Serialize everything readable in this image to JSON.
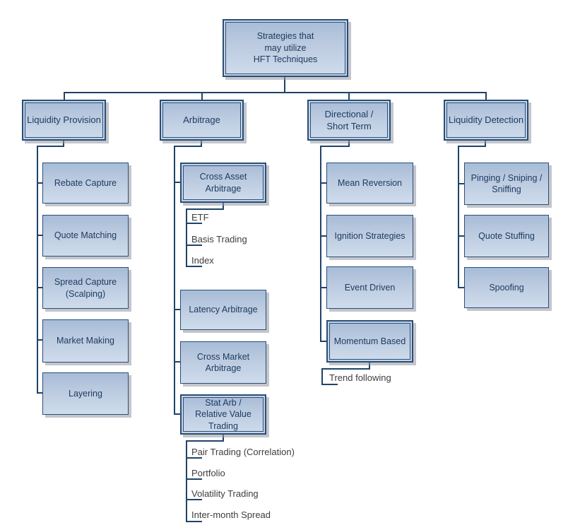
{
  "diagram": {
    "root": {
      "label": "Strategies that\nmay utilize\nHFT Techniques"
    },
    "branches": [
      {
        "label": "Liquidity Provision",
        "children": [
          {
            "label": "Rebate Capture"
          },
          {
            "label": "Quote Matching"
          },
          {
            "label": "Spread Capture\n(Scalping)"
          },
          {
            "label": "Market Making"
          },
          {
            "label": "Layering"
          }
        ]
      },
      {
        "label": "Arbitrage",
        "children": [
          {
            "label": "Cross Asset\nArbitrage",
            "leaves": [
              {
                "label": "ETF"
              },
              {
                "label": "Basis Trading"
              },
              {
                "label": "Index"
              }
            ]
          },
          {
            "label": "Latency Arbitrage"
          },
          {
            "label": "Cross Market\nArbitrage"
          },
          {
            "label": "Stat Arb /\nRelative Value\nTrading",
            "leaves": [
              {
                "label": "Pair Trading (Correlation)"
              },
              {
                "label": "Portfolio"
              },
              {
                "label": "Volatility Trading"
              },
              {
                "label": "Inter-month Spread"
              }
            ]
          }
        ]
      },
      {
        "label": "Directional /\nShort Term",
        "children": [
          {
            "label": "Mean Reversion"
          },
          {
            "label": "Ignition Strategies"
          },
          {
            "label": "Event Driven"
          },
          {
            "label": "Momentum Based",
            "leaves": [
              {
                "label": "Trend following"
              }
            ]
          }
        ]
      },
      {
        "label": "Liquidity Detection",
        "children": [
          {
            "label": "Pinging / Sniping /\nSniffing"
          },
          {
            "label": "Quote Stuffing"
          },
          {
            "label": "Spoofing"
          }
        ]
      }
    ]
  },
  "colors": {
    "connector": "#1f4369",
    "box_border": "#2a4d77",
    "box_fill_top": "#a7bcd7",
    "box_fill_bottom": "#cedcec",
    "shadow": "#9198a3",
    "box_text": "#1e3c61",
    "leaf_text": "#3d3d3d",
    "background": "#ffffff"
  }
}
